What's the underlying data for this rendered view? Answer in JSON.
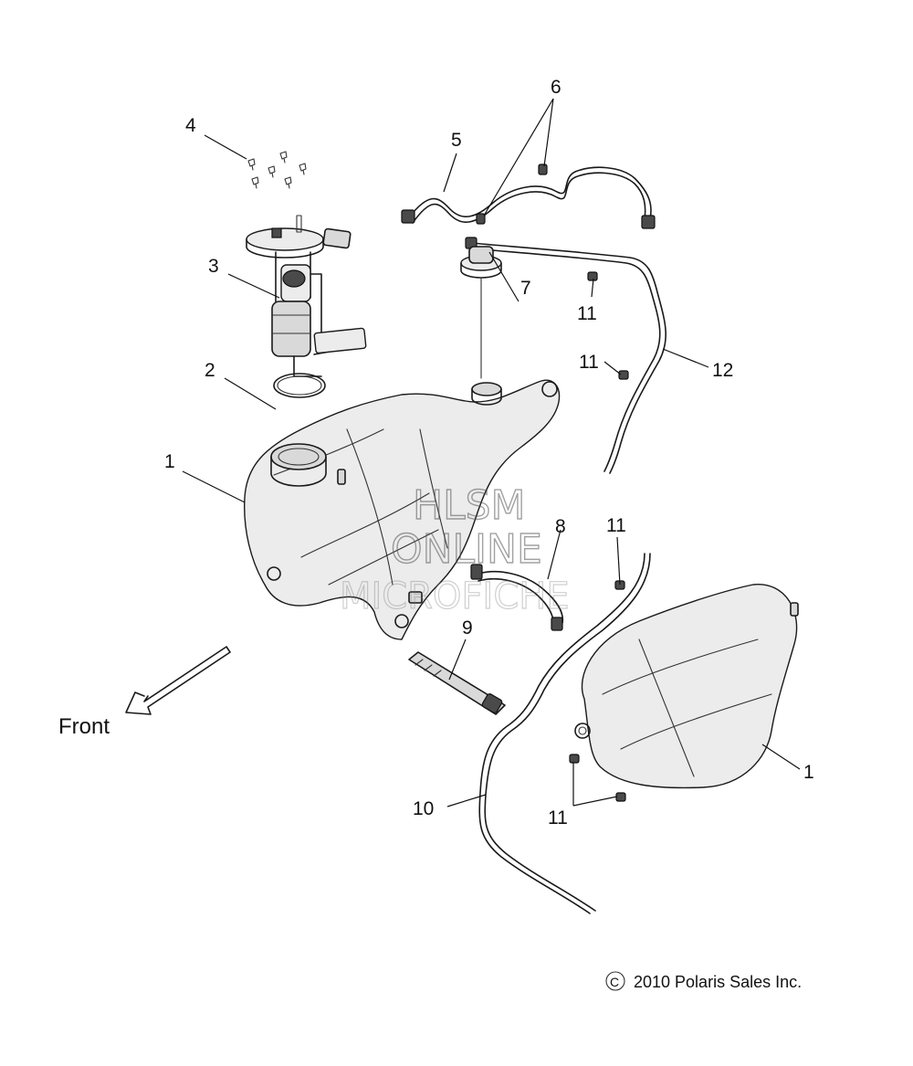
{
  "callouts": {
    "c1_left": "1",
    "c1_right": "1",
    "c2": "2",
    "c3": "3",
    "c4": "4",
    "c5": "5",
    "c6": "6",
    "c7": "7",
    "c8": "8",
    "c9": "9",
    "c10": "10",
    "c11_a": "11",
    "c11_b": "11",
    "c11_c": "11",
    "c11_d": "11",
    "c12": "12"
  },
  "front_label": "Front",
  "copyright": {
    "symbol": "C",
    "text": "2010 Polaris Sales Inc."
  },
  "watermark": {
    "line1": "HLSM",
    "line2": "ONLINE",
    "line3": "MICROFICHE"
  }
}
